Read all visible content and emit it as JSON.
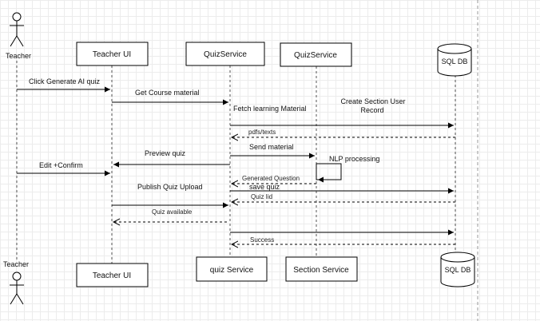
{
  "actors": {
    "teacher_top": "Teacher",
    "teacher_bottom": "Teacher"
  },
  "participants": {
    "teacher_ui_top": "Teacher  UI",
    "quiz_service_top": "QuizService",
    "quiz_service2_top": "QuizService",
    "sql_db_top": "SQL DB",
    "teacher_ui_bottom": "Teacher UI",
    "quiz_service_bottom": "quiz Service",
    "section_service_bottom": "Section Service",
    "sql_db_bottom": "SQL DB"
  },
  "messages": {
    "click_generate": "Click Generate AI quiz",
    "get_course_material": "Get Course material",
    "fetch_learning_material": "Fetch learning Material",
    "create_section_line1": "Create Section User",
    "create_section_line2": "Record",
    "pdfs_texts": "pdfs/texts",
    "send_material": "Send material",
    "preview_quiz": "Preview quiz",
    "nlp_processing": "NLP processing",
    "edit_confirm": "Edit +Confirm",
    "generated_question": "Generated Question",
    "save_quiz": "save quiz",
    "publish_quiz_upload": "Publish Quiz Upload",
    "quiz_iid": "Quiz Iid",
    "quiz_available": "Quiz available",
    "success": "Success"
  },
  "colors": {
    "line": "#000000",
    "box_border": "#000000",
    "box_fill": "#ffffff",
    "grid": "#ececec",
    "lifeline": "#555555"
  }
}
